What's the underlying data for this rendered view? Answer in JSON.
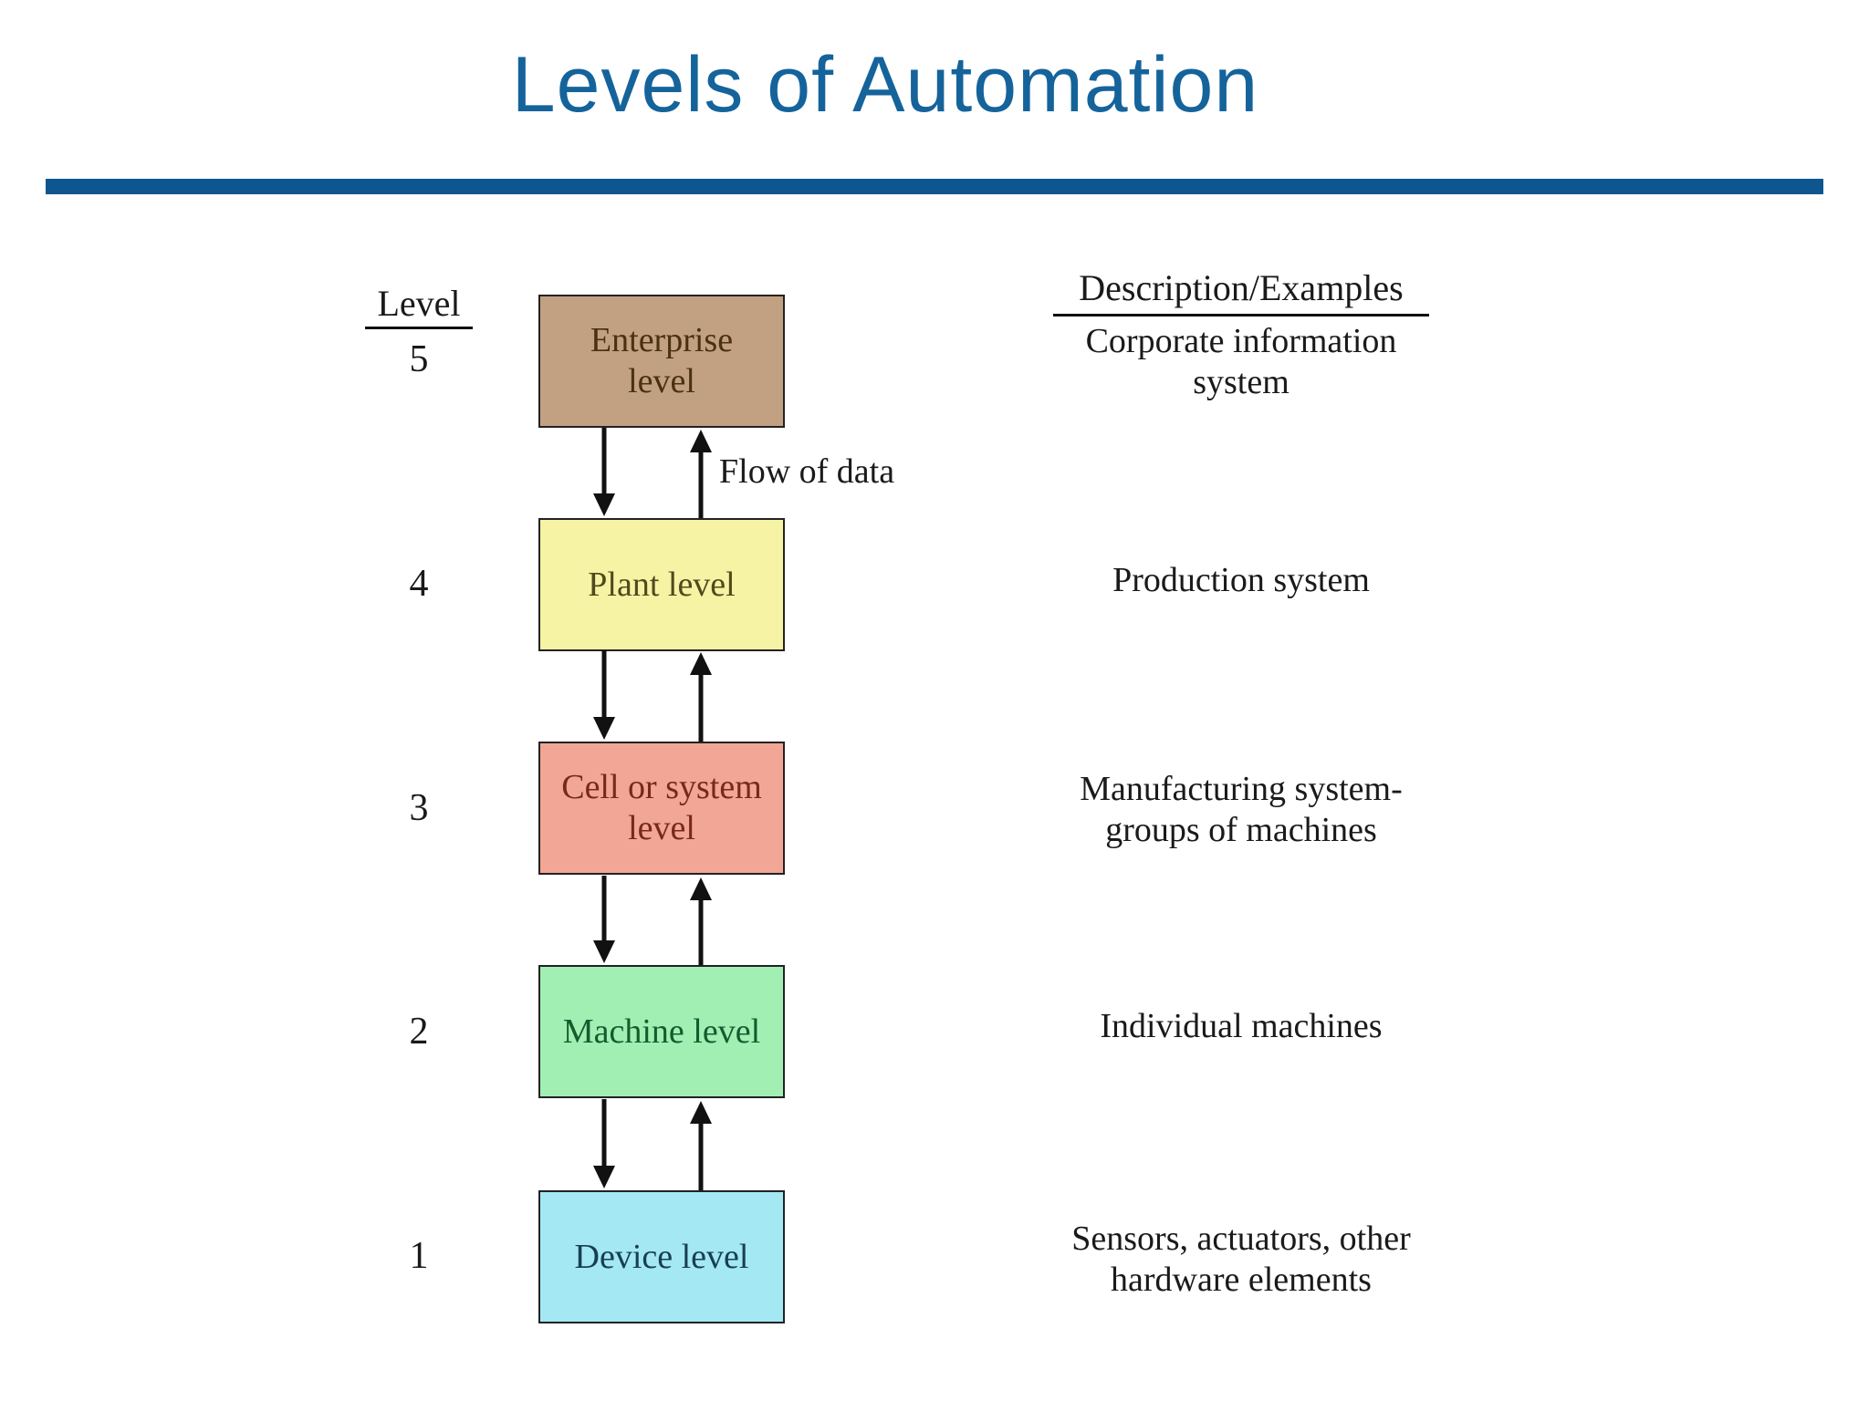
{
  "slide": {
    "title": "Levels of Automation",
    "title_color": "#15639b",
    "divider_color": "#0d568f"
  },
  "diagram": {
    "arrow_color": "#111111",
    "level_column_header": "Level",
    "flow_label": "Flow of data",
    "description_header": "Description/Examples",
    "levels": [
      {
        "number": "5",
        "label_lines": [
          "Enterprise",
          "level"
        ],
        "fill": "#c2a183",
        "text_color": "#4b3110",
        "description_lines": [
          "Corporate information",
          "system"
        ]
      },
      {
        "number": "4",
        "label_lines": [
          "Plant level"
        ],
        "fill": "#f7f3a4",
        "text_color": "#4f4a1e",
        "description_lines": [
          "Production system"
        ]
      },
      {
        "number": "3",
        "label_lines": [
          "Cell or system",
          "level"
        ],
        "fill": "#f2a695",
        "text_color": "#79281a",
        "description_lines": [
          "Manufacturing system-",
          "groups of machines"
        ]
      },
      {
        "number": "2",
        "label_lines": [
          "Machine level"
        ],
        "fill": "#a2efb4",
        "text_color": "#135c2d",
        "description_lines": [
          "Individual machines"
        ]
      },
      {
        "number": "1",
        "label_lines": [
          "Device level"
        ],
        "fill": "#a4e8f4",
        "text_color": "#173f52",
        "description_lines": [
          "Sensors, actuators, other",
          "hardware elements"
        ]
      }
    ]
  }
}
